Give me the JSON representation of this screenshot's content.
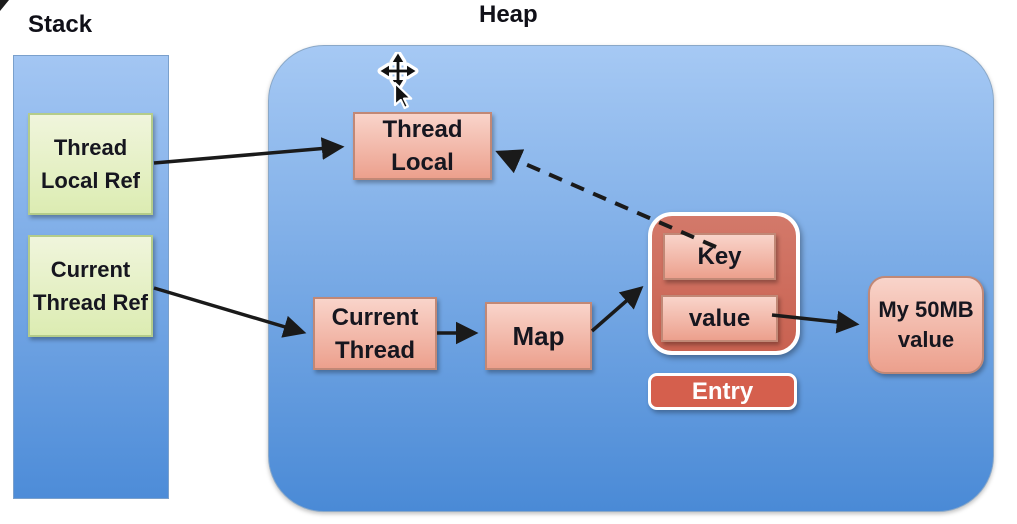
{
  "colors": {
    "canvas-bg": "#ffffff",
    "heap-top": "#a6c9f4",
    "heap-bottom": "#4a8ad6",
    "stack-top": "#a3c6f3",
    "stack-bottom": "#4d8cd8",
    "node-pink-top": "#f9d4ca",
    "node-pink-bottom": "#eca08d",
    "node-pink-border": "#c18876",
    "green-top": "#f0f5dc",
    "green-bottom": "#dcecb2",
    "green-border": "#b4cc8a",
    "entry-fill": "#cd6a5b",
    "entry-label-fill": "#d55f4d",
    "arrow": "#1a1a1a",
    "text-dark": "#16161f"
  },
  "labels": {
    "stack": "Stack",
    "heap": "Heap"
  },
  "stack_boxes": [
    {
      "label": "Thread Local Ref"
    },
    {
      "label": "Current Thread Ref"
    }
  ],
  "heap_nodes": {
    "thread_local": "Thread Local",
    "current_thread": "Current Thread",
    "map": "Map",
    "key": "Key",
    "value": "value",
    "entry": "Entry",
    "my_value": "My 50MB value"
  }
}
